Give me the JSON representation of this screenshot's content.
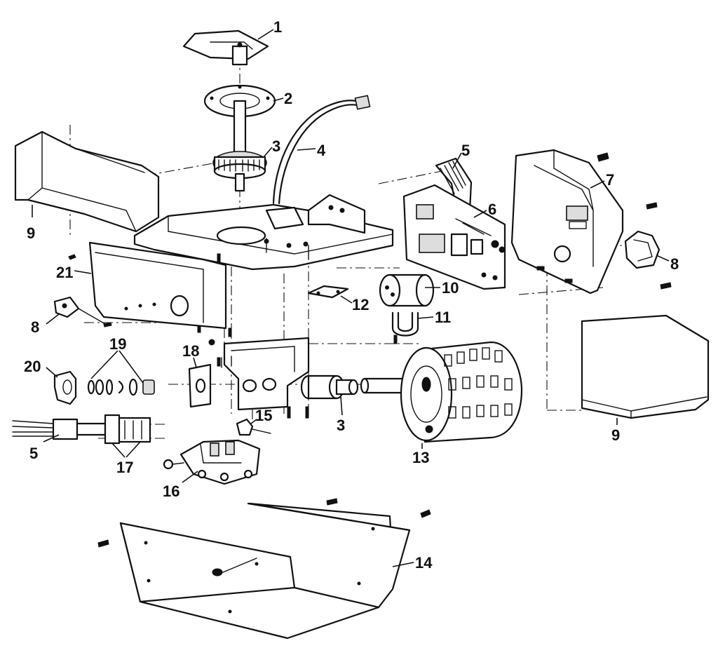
{
  "callouts": {
    "c1": "1",
    "c2": "2",
    "c3_top": "3",
    "c3_bottom": "3",
    "c4": "4",
    "c5_top": "5",
    "c5_bottom": "5",
    "c6": "6",
    "c7": "7",
    "c8_right": "8",
    "c8_left": "8",
    "c9_left": "9",
    "c9_right": "9",
    "c10": "10",
    "c11": "11",
    "c12": "12",
    "c13": "13",
    "c14": "14",
    "c15": "15",
    "c16": "16",
    "c17": "17",
    "c18": "18",
    "c19": "19",
    "c20": "20",
    "c21": "21"
  },
  "colors": {
    "line": "#111111",
    "background": "#ffffff"
  }
}
